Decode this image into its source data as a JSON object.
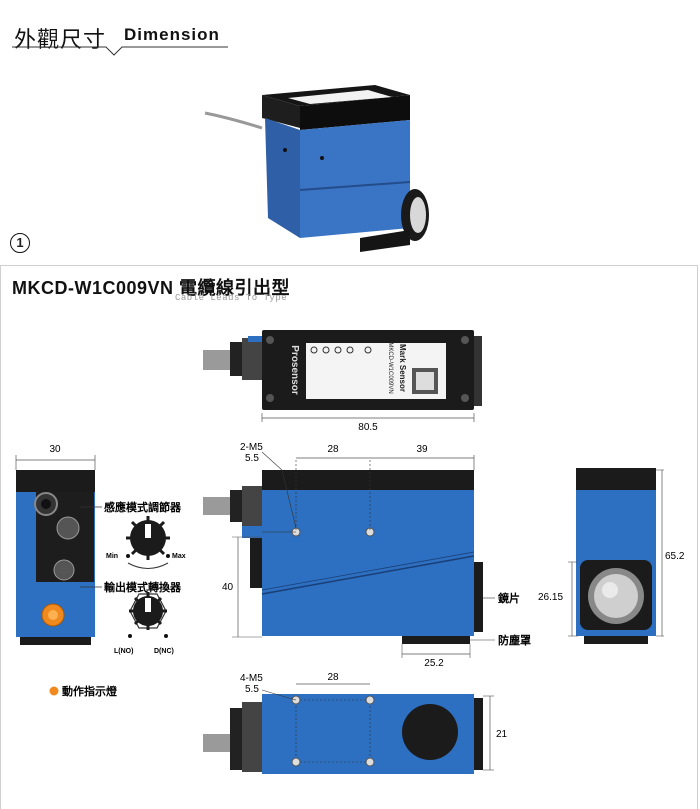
{
  "header": {
    "title": "外觀尺寸",
    "subtitle": "Dimension",
    "view_number": "1"
  },
  "product": {
    "model": "MKCD-W1C009VN",
    "model_desc": "電纜線引出型",
    "model_desc_en": "Cable Leads To Type"
  },
  "top_view": {
    "brand": "Prosensor",
    "label_title": "Mark Sensor",
    "label_model": "MKCD-W1C009VN",
    "width_dim": "80.5"
  },
  "front_view": {
    "width_dim": "30",
    "knob_label": "感應模式調節器",
    "min_label": "Min",
    "max_label": "Max",
    "switch_label": "輸出模式轉換器",
    "lno_label": "L(NO)",
    "dno_label": "D(NC)",
    "indicator_label": "動作指示燈"
  },
  "side_view": {
    "holes_label": "2-M5",
    "hole_offset": "5.5",
    "dim_28": "28",
    "dim_39": "39",
    "dim_40": "40",
    "lens_label": "鏡片",
    "cover_label": "防塵罩",
    "dim_25_2": "25.2"
  },
  "end_view": {
    "dim_65_2": "65.2",
    "dim_26_15": "26.15"
  },
  "bottom_view": {
    "holes_label": "4-M5",
    "hole_offset": "5.5",
    "dim_28": "28",
    "dim_21": "21"
  },
  "colors": {
    "body_blue": "#2d6fc0",
    "body_dark": "#1b1b1b",
    "indicator": "#f08a1e"
  }
}
